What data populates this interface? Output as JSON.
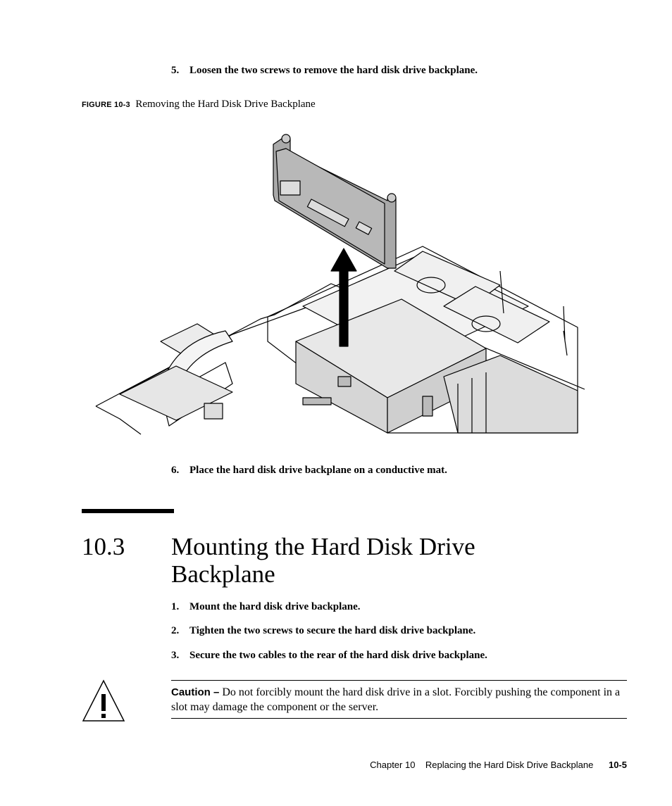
{
  "steps_top": {
    "step5": {
      "num": "5.",
      "text": "Loosen the two screws to remove the hard disk drive backplane."
    }
  },
  "figure": {
    "label": "FIGURE 10-3",
    "caption": "Removing the Hard Disk Drive Backplane",
    "icon": "server-hdd-backplane-illustration"
  },
  "steps_mid": {
    "step6": {
      "num": "6.",
      "text": "Place the hard disk drive backplane on a conductive mat."
    }
  },
  "section": {
    "number": "10.3",
    "title_line1": "Mounting the Hard Disk Drive",
    "title_line2": "Backplane"
  },
  "steps": [
    {
      "num": "1.",
      "text": "Mount the hard disk drive backplane."
    },
    {
      "num": "2.",
      "text": "Tighten the two screws to secure the hard disk drive backplane."
    },
    {
      "num": "3.",
      "text": "Secure the two cables to the rear of the hard disk drive backplane."
    }
  ],
  "caution": {
    "lead": "Caution –",
    "text": "Do not forcibly mount the hard disk drive in a slot. Forcibly pushing the component in a slot may damage the component or the server.",
    "icon": "warning-triangle-icon"
  },
  "footer": {
    "chapter": "Chapter 10",
    "title": "Replacing the Hard Disk Drive Backplane",
    "page": "10-5"
  }
}
